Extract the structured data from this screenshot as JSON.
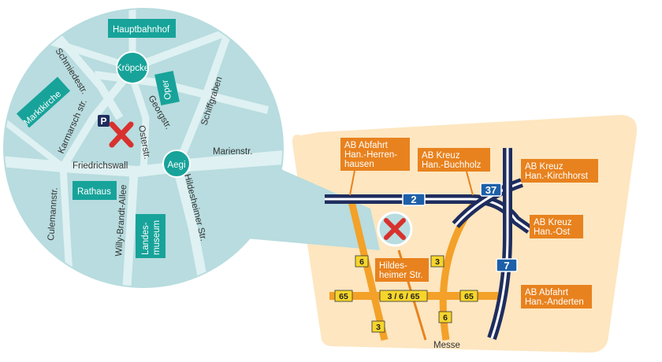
{
  "inset": {
    "labels": {
      "hauptbahnhof": "Hauptbahnhof",
      "kroepcke": "Kröpcke",
      "oper": "Oper",
      "marktkirche": "Marktkirche",
      "rathaus": "Rathaus",
      "landesmuseum_1": "Landes-",
      "landesmuseum_2": "museum",
      "aegi": "Aegi"
    },
    "streets": {
      "schmiedestr": "Schmiedestr.",
      "karmarsch": "Karmarsch str.",
      "georgstr": "Georgstr.",
      "schiffgraben": "Schiffgraben",
      "osterstr": "Osterstr.",
      "friedrichswall": "Friedrichswall",
      "marienstr": "Marienstr.",
      "culemannstr": "Culemannstr.",
      "willy_brandt": "Willy-Brandt-Allee",
      "hildesheimer": "Hildesheimer Str."
    },
    "parking": "P"
  },
  "overview": {
    "exits": {
      "herrenhausen": [
        "AB Abfahrt",
        "Han.-Herren-",
        "hausen"
      ],
      "buchholz": [
        "AB Kreuz",
        "Han.-Buchholz"
      ],
      "kirchhorst": [
        "AB Kreuz",
        "Han.-Kirchhorst"
      ],
      "ost": [
        "AB Kreuz",
        "Han.-Ost"
      ],
      "anderten": [
        "AB Abfahrt",
        "Han.-Anderten"
      ],
      "hildesheimer": [
        "Hildes-",
        "heimer Str."
      ]
    },
    "highways": {
      "a2": "2",
      "a37": "37",
      "a7": "7"
    },
    "roads": {
      "r6_top": "6",
      "r3_top": "3",
      "r65_left": "65",
      "r_combo": "3 / 6 / 65",
      "r65_right": "65",
      "r3_bottom": "3",
      "r6_bottom": "6"
    },
    "messe": "Messe"
  },
  "colors": {
    "teal": "#17a39a",
    "circle_fill": "#b8dcdf",
    "street_fill": "#dff1f2",
    "region_fill": "#fde6c0",
    "orange": "#e8821e",
    "road_orange": "#f3a128",
    "navy": "#1e2d5e",
    "highway_blue": "#1d5fa8",
    "road_yellow": "#f6d52b",
    "marker_red": "#d8312e"
  }
}
